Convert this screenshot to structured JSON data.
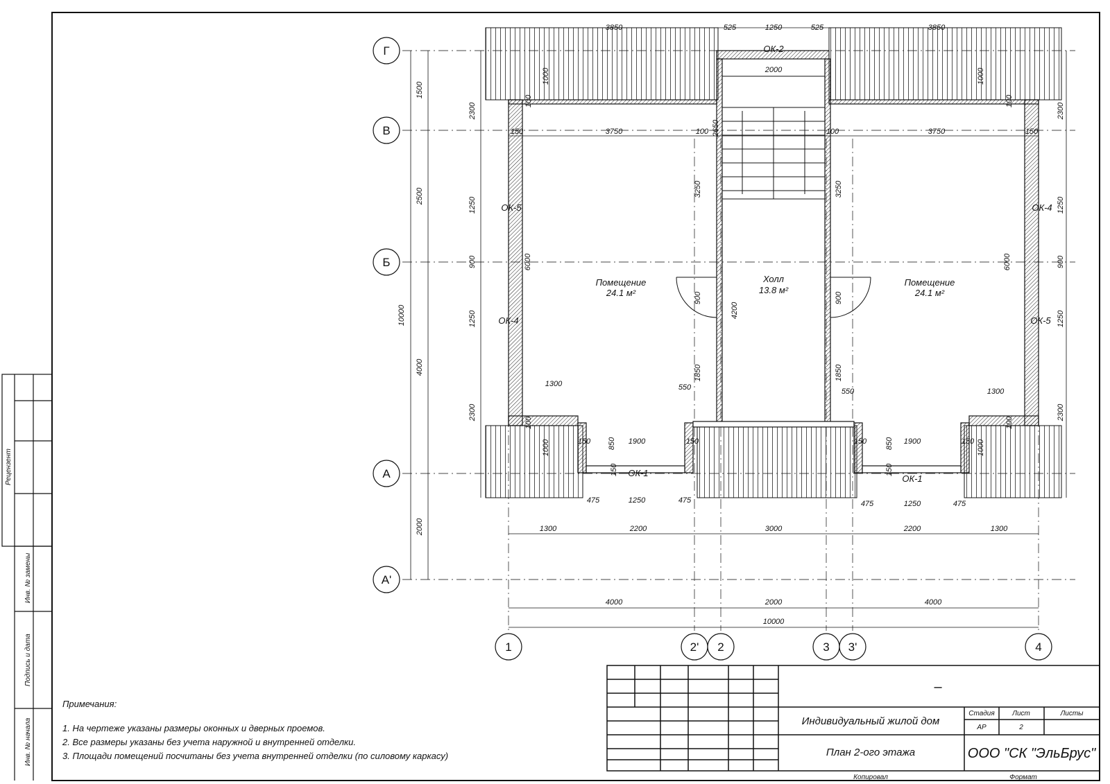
{
  "axes": {
    "rows": [
      "Г",
      "В",
      "Б",
      "А",
      "А'"
    ],
    "cols": [
      "1",
      "2'",
      "2",
      "3",
      "3'",
      "4"
    ]
  },
  "dimensions": {
    "top": [
      "3850",
      "525",
      "1250",
      "525",
      "3850"
    ],
    "left_outer": [
      "1500",
      "2500",
      "10000",
      "4000",
      "2000"
    ],
    "left_inner": [
      "2300",
      "1250",
      "900",
      "1250",
      "2300"
    ],
    "right_inner": [
      "2300",
      "1250",
      "900",
      "1250",
      "2300"
    ],
    "room_width": "3750",
    "wall_small": "150",
    "wall_small_100": "100",
    "room_depth": "6000",
    "stair_width": "2000",
    "stair_depth": "2650",
    "wall_seg": "3250",
    "door": "900",
    "hall_len": "4200",
    "wall_lower": "1850",
    "offset": "550",
    "balcony": "1300",
    "balcony_depth": "1000",
    "window_w": "1900",
    "window_h": "850",
    "win_a": "475",
    "win_b": "1250",
    "bottom_row1": [
      "1300",
      "2200",
      "3000",
      "2200",
      "1300"
    ],
    "bottom_row2": [
      "4000",
      "2000",
      "4000"
    ],
    "bottom_total": "10000"
  },
  "windows": {
    "ok1": "ОК-1",
    "ok2": "ОК-2",
    "ok4": "ОК-4",
    "ok5": "ОК-5"
  },
  "rooms": {
    "left_name": "Помещение",
    "left_area": "24.1 м²",
    "hall_name": "Холл",
    "hall_area": "13.8 м²",
    "right_name": "Помещение",
    "right_area": "24.1 м²"
  },
  "side_stamp": {
    "reviewer": "Рецензент",
    "inv_replace": "Инв. № замены",
    "sign_date": "Подпись и дата",
    "inv_orig": "Инв. № начала"
  },
  "notes": {
    "heading": "Примечания:",
    "items": [
      "1. На чертеже указаны размеры оконных и дверных проемов.",
      "2. Все размеры указаны без учета наружной и внутренней отделки.",
      "3. Площади помещений посчитаны без учета внутренней отделки (по силовому каркасу)"
    ]
  },
  "title_block": {
    "code": "–",
    "project": "Индивидуальный жилой дом",
    "sheet_title": "План 2-ого этажа",
    "company": "ООО \"СК \"ЭльБрус\"",
    "stage_label": "Стадия",
    "stage_value": "АР",
    "sheet_label": "Лист",
    "sheet_value": "2",
    "sheets_label": "Листы",
    "sheets_value": "",
    "copied": "Копировал",
    "format": "Формат"
  }
}
